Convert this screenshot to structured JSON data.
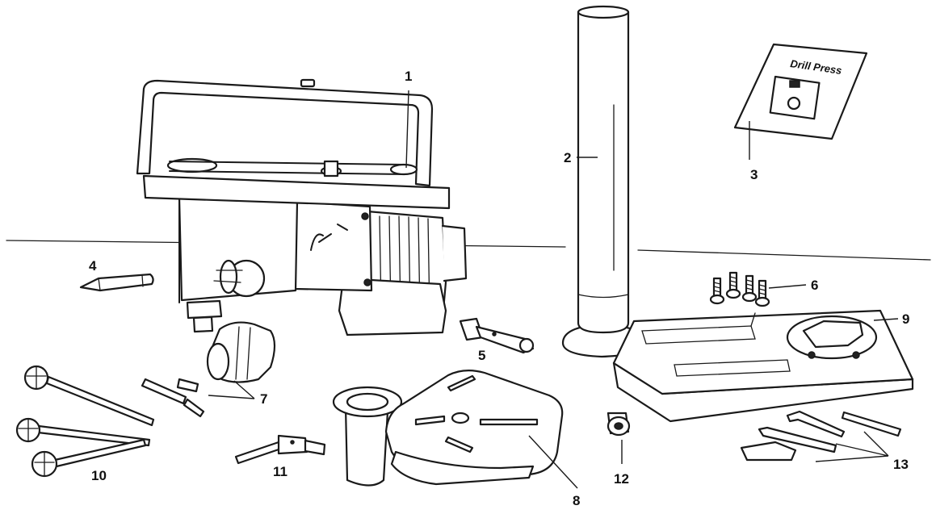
{
  "manual_cover_text": "Drill Press",
  "parts": [
    {
      "id": "1"
    },
    {
      "id": "2"
    },
    {
      "id": "3"
    },
    {
      "id": "4"
    },
    {
      "id": "5"
    },
    {
      "id": "6"
    },
    {
      "id": "7"
    },
    {
      "id": "8"
    },
    {
      "id": "9"
    },
    {
      "id": "10"
    },
    {
      "id": "11"
    },
    {
      "id": "12"
    },
    {
      "id": "13"
    }
  ]
}
